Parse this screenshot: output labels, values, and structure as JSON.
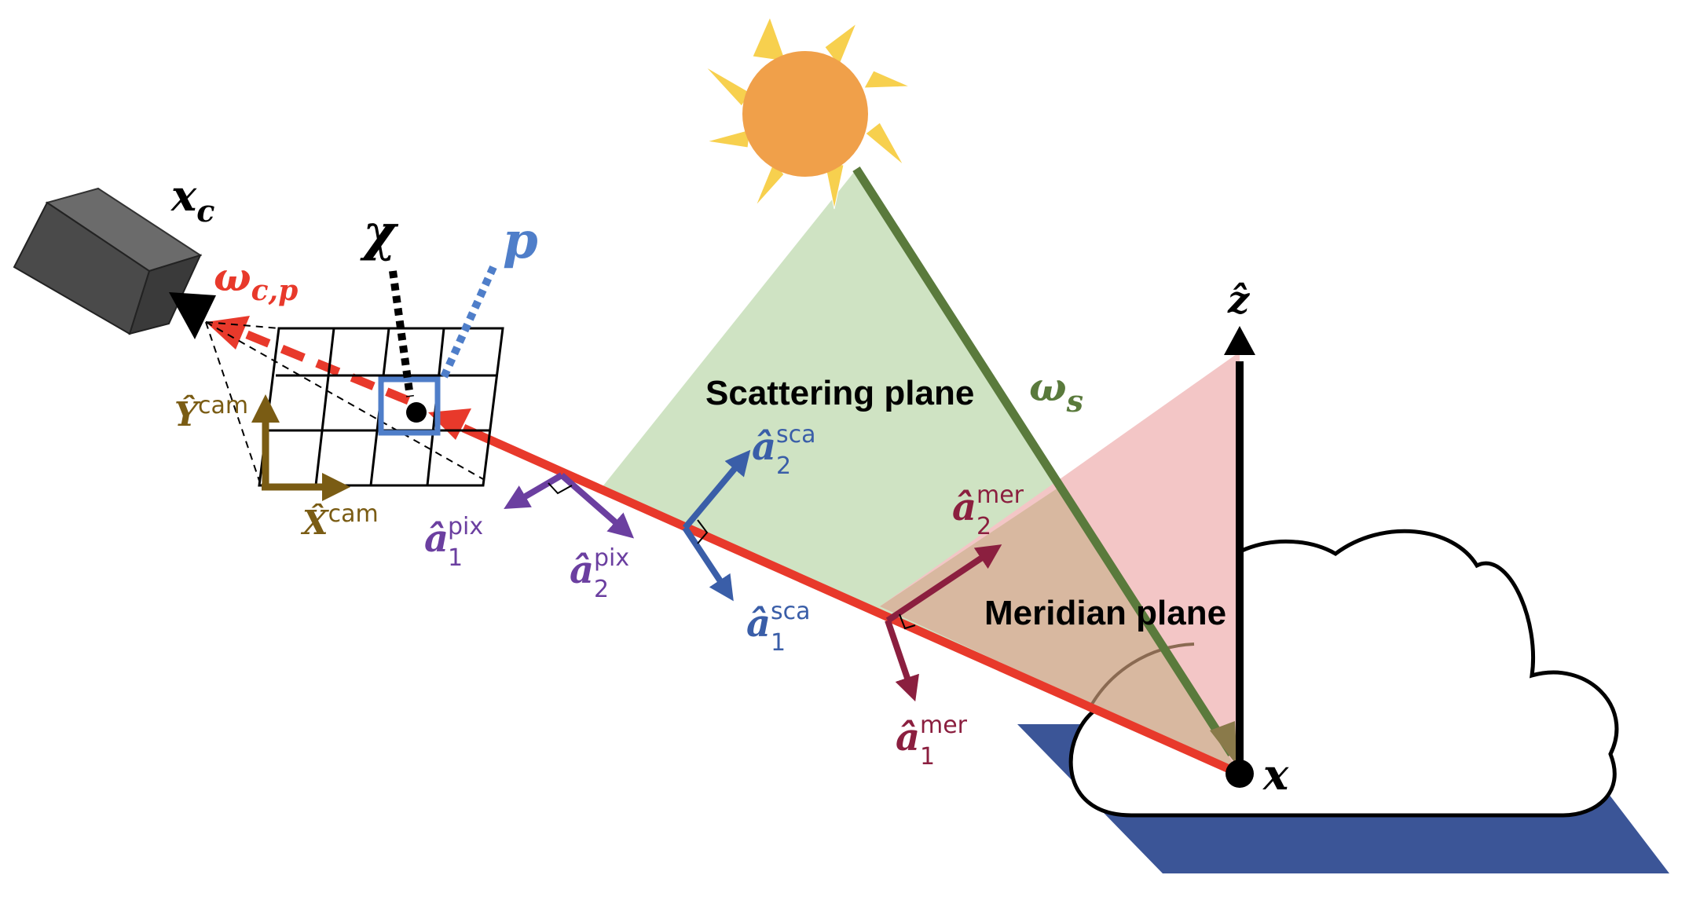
{
  "colors": {
    "ray_red": "#e8392b",
    "sun_orange": "#f0a04a",
    "sun_rays": "#f7d04e",
    "scattering_plane": "#cfe3c3",
    "meridian_plane": "#f3c6c6",
    "overlap": "#d8b8a0",
    "omega_s_green": "#5a7a3c",
    "pix_purple": "#6b3fa0",
    "sca_blue": "#3a5ea8",
    "mer_maroon": "#8b1f3f",
    "cam_axes": "#7a5c14",
    "ground_blue": "#3b5597",
    "pixel_box": "#4f7ec9",
    "camera_gray": "#4a4a4a"
  },
  "labels": {
    "scattering_plane": "Scattering plane",
    "meridian_plane": "Meridian plane",
    "x_c": "x",
    "x_c_sub": "c",
    "chi": "χ",
    "p": "p",
    "omega_cp": "ω",
    "omega_cp_sub": "c,p",
    "omega_s": "ω",
    "omega_s_sub": "s",
    "z_hat": "ẑ",
    "x_point": "x",
    "y_cam": "Ŷ",
    "y_cam_sup": "cam",
    "x_cam": "X̂",
    "x_cam_sup": "cam",
    "a1_pix": "â",
    "a1_pix_sub": "1",
    "a1_pix_sup": "pix",
    "a2_pix": "â",
    "a2_pix_sub": "2",
    "a2_pix_sup": "pix",
    "a1_sca": "â",
    "a1_sca_sub": "1",
    "a1_sca_sup": "sca",
    "a2_sca": "â",
    "a2_sca_sub": "2",
    "a2_sca_sup": "sca",
    "a1_mer": "â",
    "a1_mer_sub": "1",
    "a1_mer_sup": "mer",
    "a2_mer": "â",
    "a2_mer_sub": "2",
    "a2_mer_sup": "mer"
  }
}
